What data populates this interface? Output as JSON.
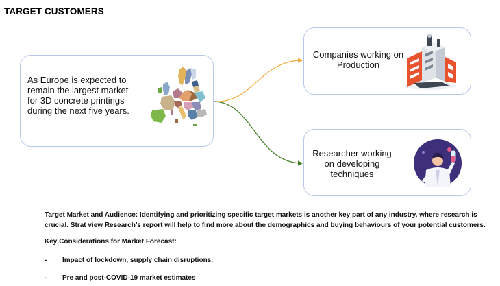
{
  "page": {
    "title": "TARGET CUSTOMERS"
  },
  "cards": {
    "europe": {
      "text": "As Europe is expected to remain the largest market for 3D concrete printings during the next five years."
    },
    "companies": {
      "text": "Companies working on Production"
    },
    "researcher": {
      "text": "Researcher working on developing techniques"
    }
  },
  "connectors": {
    "to_companies_color": "#f2a93b",
    "to_researcher_color": "#3f7d1f"
  },
  "body": {
    "paragraph": "Target Market and Audience: Identifying and prioritizing specific target markets is another key part of any industry, where research is crucial. Strat view Research’s report will help to find more about the demographics and buying behaviours of your potential customers.",
    "considerations_heading": "Key Considerations for Market Forecast:",
    "bullets": [
      {
        "dash": "-",
        "text": "Impact of lockdown, supply chain disruptions."
      },
      {
        "dash": "-",
        "text": "Pre and post-COVID-19 market estimates"
      }
    ]
  },
  "icons": {
    "europe_map": "europe-map-icon",
    "factory": "factory-building-icon",
    "scientist": "scientist-icon"
  }
}
